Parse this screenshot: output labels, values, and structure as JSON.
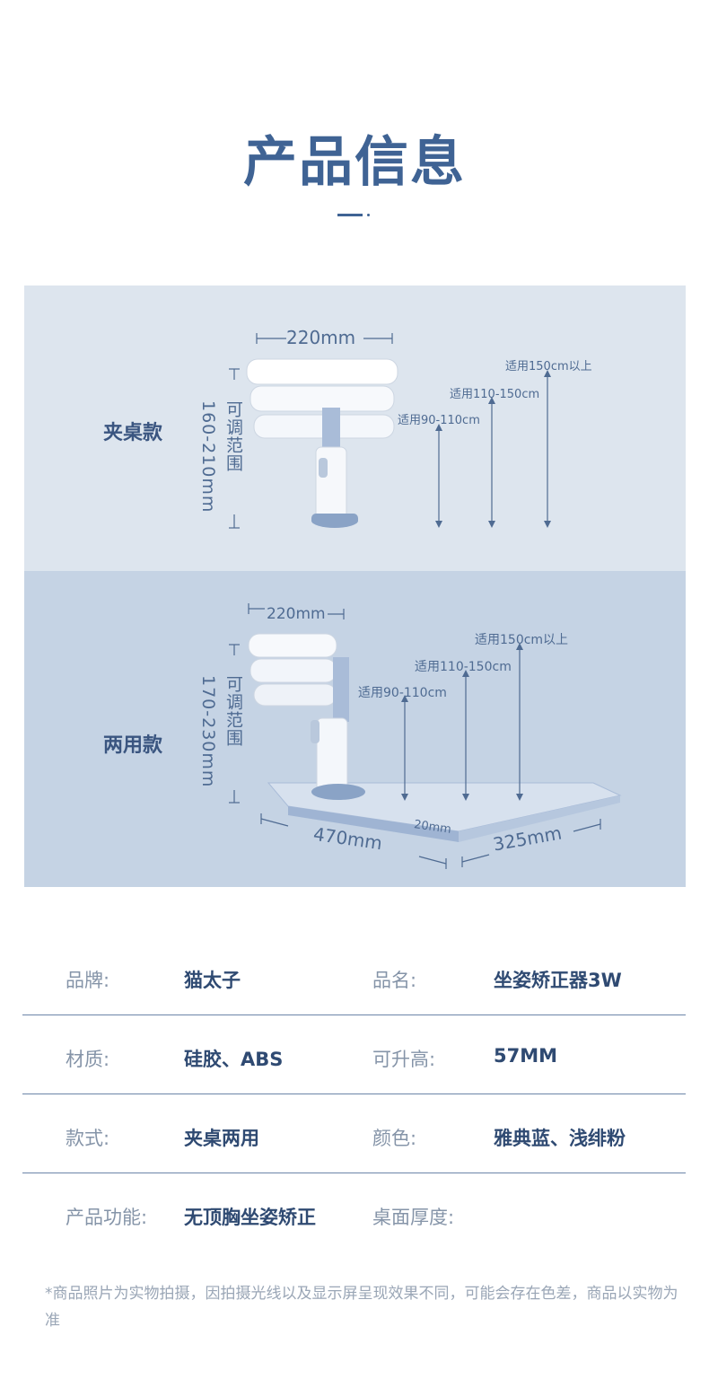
{
  "header": {
    "title": "产品信息"
  },
  "panel_clamp": {
    "label": "夹桌款",
    "width_dim": "220mm",
    "range_label": "可调范围",
    "range_value": "160-210mm",
    "fit_1": "适用90-110cm",
    "fit_2": "适用110-150cm",
    "fit_3": "适用150cm以上"
  },
  "panel_dual": {
    "label": "两用款",
    "width_dim": "220mm",
    "range_label": "可调范围",
    "range_value": "170-230mm",
    "fit_1": "适用90-110cm",
    "fit_2": "适用110-150cm",
    "fit_3": "适用150cm以上",
    "board_length": "470mm",
    "board_thickness": "20mm",
    "board_width": "325mm"
  },
  "specs": [
    {
      "k1": "品牌:",
      "v1": "猫太子",
      "k2": "品名:",
      "v2": "坐姿矫正器3W"
    },
    {
      "k1": "材质:",
      "v1": "硅胶、ABS",
      "k2": "可升高:",
      "v2": "57MM"
    },
    {
      "k1": "款式:",
      "v1": "夹桌两用",
      "k2": "颜色:",
      "v2": "雅典蓝、浅绯粉"
    },
    {
      "k1": "产品功能:",
      "v1": "无顶胸坐姿矫正",
      "k2": "桌面厚度:",
      "v2": ""
    }
  ],
  "note": "*商品照片为实物拍摄，因拍摄光线以及显示屏呈现效果不同，可能会存在色差，商品以实物为准",
  "colors": {
    "accent": "#3f6394",
    "panel1": "#dde5ee",
    "panel2": "#c5d3e4"
  }
}
